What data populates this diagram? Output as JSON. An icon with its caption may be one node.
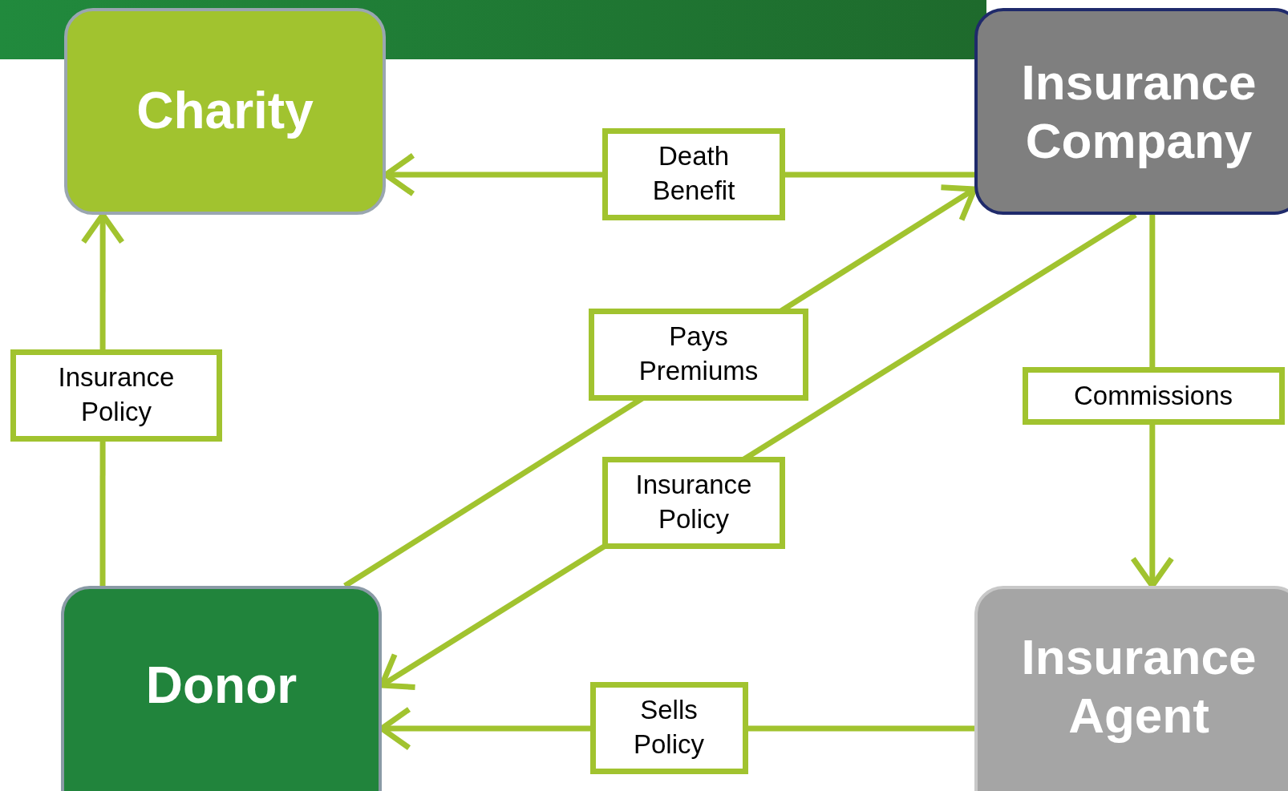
{
  "diagram": {
    "nodes": [
      {
        "text": [
          "Charity"
        ]
      },
      {
        "text": [
          "Insurance Company"
        ]
      },
      {
        "text": [
          "Donor"
        ]
      },
      {
        "text": [
          "Insurance Agent"
        ]
      }
    ],
    "edges": [
      {
        "from": 1,
        "to": 0,
        "arrow": "to",
        "label": "Death Benefit"
      },
      {
        "from": 2,
        "to": 1,
        "arrow": "to",
        "label": "Pays Premiums"
      },
      {
        "from": 1,
        "to": 2,
        "arrow": "to",
        "label": "Insurance Policy"
      },
      {
        "from": 1,
        "to": 3,
        "arrow": "to",
        "label": "Commissions"
      },
      {
        "from": 3,
        "to": 2,
        "arrow": "to",
        "label": "Sells Policy"
      },
      {
        "from": 2,
        "to": 0,
        "arrow": "to",
        "label": "Insurance Policy"
      }
    ]
  }
}
